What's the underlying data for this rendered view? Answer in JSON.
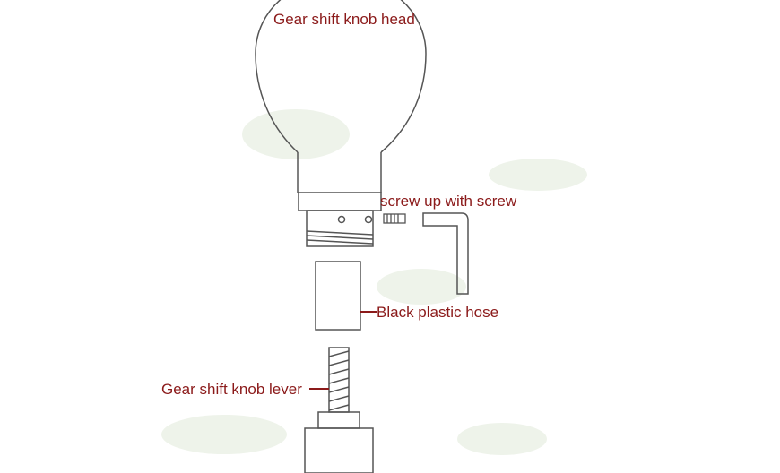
{
  "labels": {
    "knob_head": "Gear shift knob head",
    "screw": "screw up with screw",
    "hose": "Black plastic hose",
    "lever": "Gear shift knob lever"
  },
  "colors": {
    "label_text": "#8b1a1a",
    "line": "#555555",
    "leader": "#8b1a1a",
    "smudge": "#eef3ea"
  }
}
